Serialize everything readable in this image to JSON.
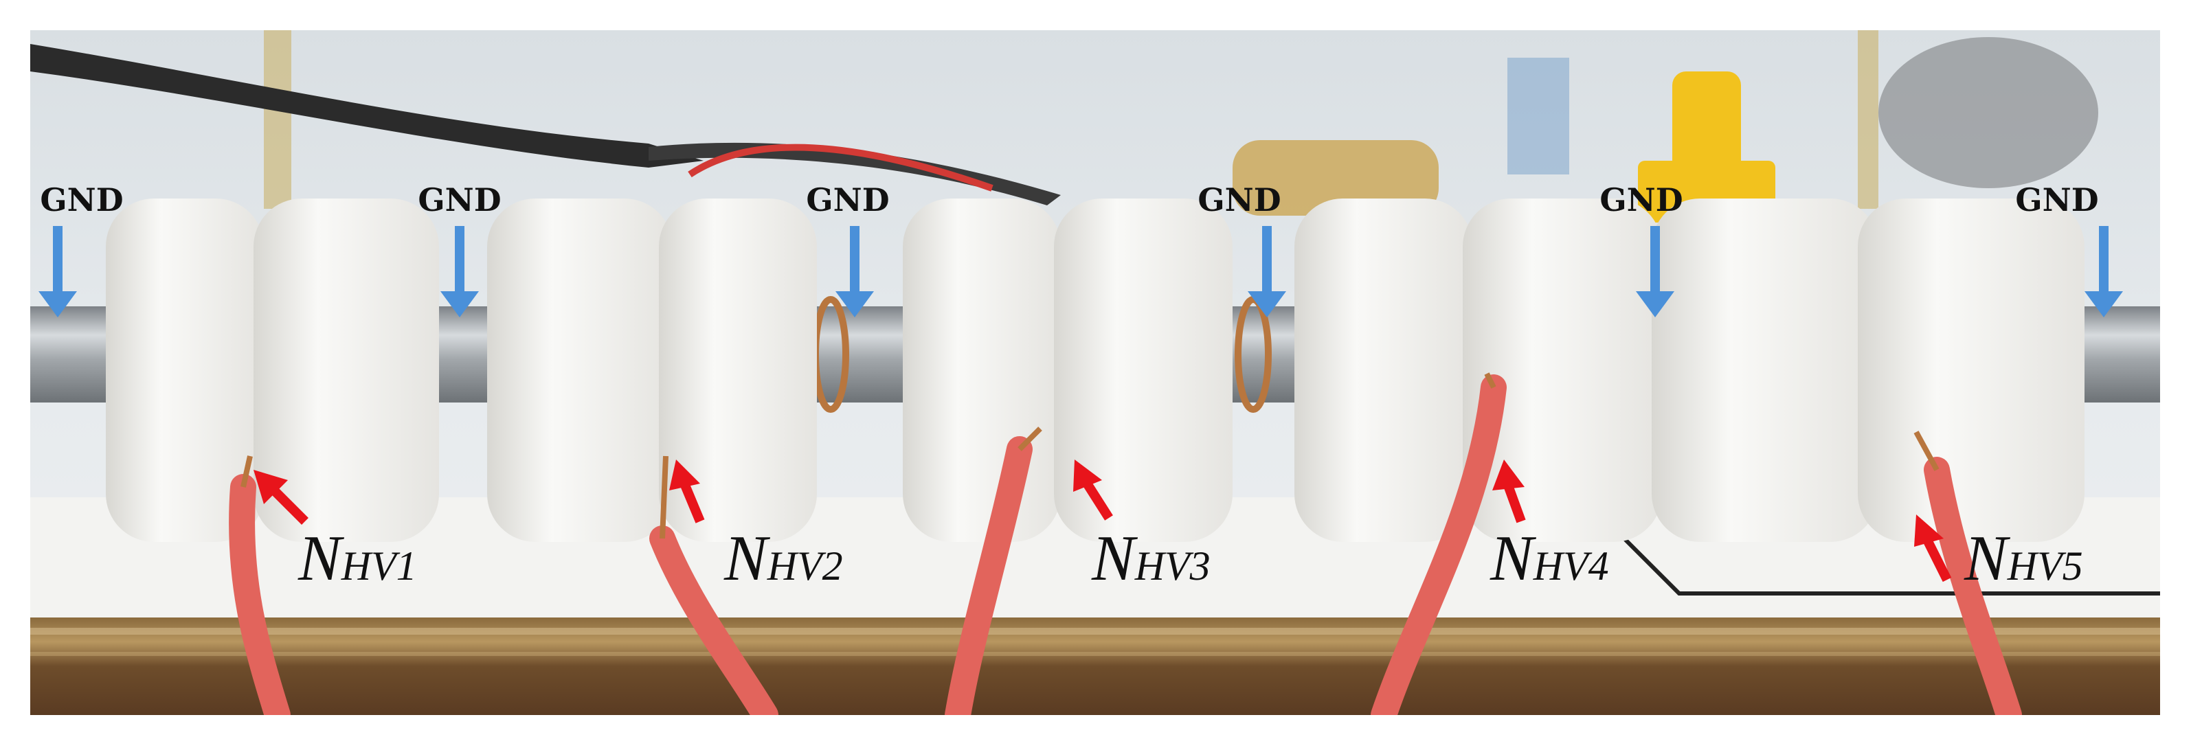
{
  "labels": {
    "ground": [
      "GND",
      "GND",
      "GND",
      "GND",
      "GND",
      "GND"
    ],
    "hv": [
      {
        "main": "N",
        "sub": "HV1"
      },
      {
        "main": "N",
        "sub": "HV2"
      },
      {
        "main": "N",
        "sub": "HV3"
      },
      {
        "main": "N",
        "sub": "HV4"
      },
      {
        "main": "N",
        "sub": "HV5"
      }
    ]
  },
  "colors": {
    "ground_arrow": "#4a90d9",
    "hv_arrow": "#e8141b",
    "wire": "#e2645c",
    "insulator": "#f4f3ef",
    "rod": "#b7bcc0",
    "copper": "#b8763e",
    "wood": "#6b4a2a"
  }
}
